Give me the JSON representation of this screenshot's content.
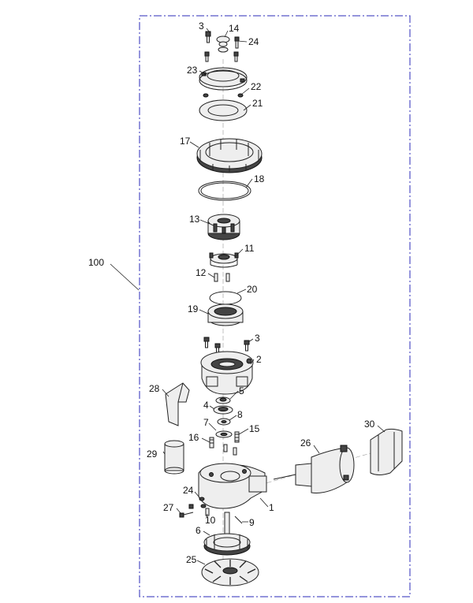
{
  "assembly_label": "100",
  "callouts": [
    "3",
    "14",
    "24",
    "23",
    "22",
    "21",
    "17",
    "18",
    "13",
    "11",
    "12",
    "20",
    "19",
    "3",
    "2",
    "28",
    "5",
    "4",
    "8",
    "7",
    "16",
    "15",
    "29",
    "26",
    "30",
    "24",
    "1",
    "27",
    "10",
    "9",
    "6",
    "25"
  ]
}
